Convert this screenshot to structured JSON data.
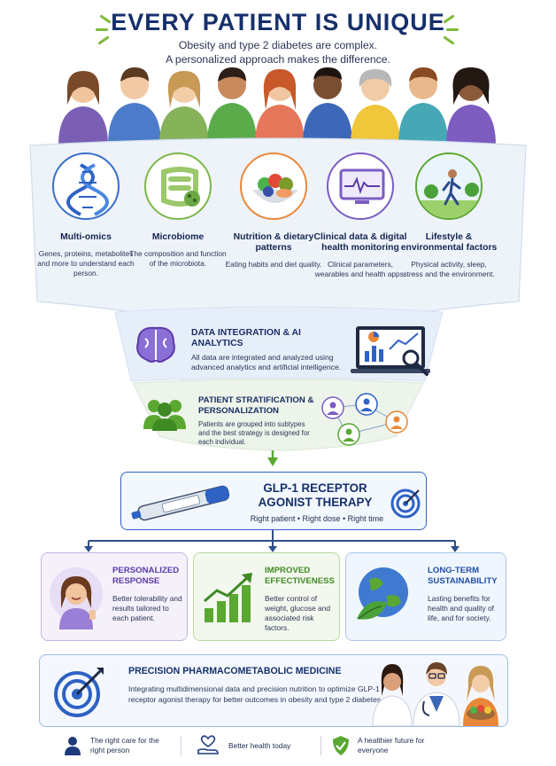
{
  "header": {
    "title": "EVERY PATIENT IS UNIQUE",
    "subtitle_line1": "Obesity and type 2 diabetes are complex.",
    "subtitle_line2": "A personalized approach makes the difference."
  },
  "factors": [
    {
      "title": "Multi-omics",
      "text": "Genes, proteins, metabolites and more to understand each person."
    },
    {
      "title": "Microbiome",
      "text": "The composition and function of the microbiota."
    },
    {
      "title": "Nutrition & dietary patterns",
      "text": "Eating habits and diet quality."
    },
    {
      "title": "Clinical data & digital health monitoring",
      "text": "Clinical parameters, wearables and health apps."
    },
    {
      "title": "Lifestyle & environmental factors",
      "text": "Physical activity, sleep, stress and the environment."
    }
  ],
  "integration": {
    "title": "DATA INTEGRATION & AI ANALYTICS",
    "text": "All data are integrated and analyzed using advanced analytics and artificial intelligence."
  },
  "stratification": {
    "title": "PATIENT STRATIFICATION & PERSONALIZATION",
    "text": "Patients are grouped into subtypes and the best strategy is designed for each individual."
  },
  "therapy": {
    "title": "GLP-1 RECEPTOR AGONIST THERAPY",
    "subtitle": "Right patient • Right dose • Right time"
  },
  "outcomes": [
    {
      "title": "PERSONALIZED RESPONSE",
      "text": "Better tolerability and results tailored to each patient."
    },
    {
      "title": "IMPROVED EFFECTIVENESS",
      "text": "Better control of weight, glucose and associated risk factors."
    },
    {
      "title": "LONG-TERM SUSTAINABILITY",
      "text": "Lasting benefits for health and quality of life, and for society."
    }
  ],
  "precision": {
    "title": "PRECISION PHARMACOMETABOLIC MEDICINE",
    "text": "Integrating multidimensional data and precision nutrition to optimize GLP-1 receptor agonist therapy for better outcomes in obesity and type 2 diabetes."
  },
  "footer": [
    {
      "text": "The right care for the right person"
    },
    {
      "text": "Better health today"
    },
    {
      "text": "A healthier future for everyone"
    }
  ],
  "colors": {
    "navy": "#16306b",
    "blue": "#2e62c4",
    "green": "#5aa832",
    "purple": "#7b5cc4",
    "orange": "#e8883a"
  }
}
